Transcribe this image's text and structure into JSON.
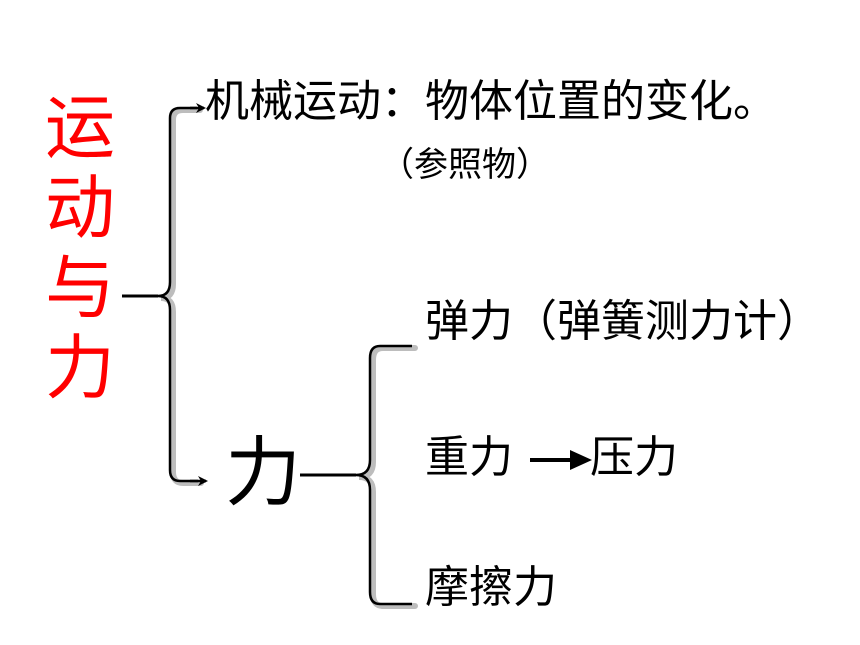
{
  "colors": {
    "title": "#ff0000",
    "text": "#000000",
    "line": "#000000",
    "bracket_shadow": "#bdbdbd"
  },
  "root": {
    "title": "运动与力"
  },
  "mechanical": {
    "text": "机械运动：物体位置的变化。",
    "note": "（参照物）"
  },
  "force": {
    "label": "力",
    "elastic": "弹力（弹簧测力计）",
    "gravity": "重力",
    "pressure": "压力",
    "friction": "摩擦力"
  }
}
